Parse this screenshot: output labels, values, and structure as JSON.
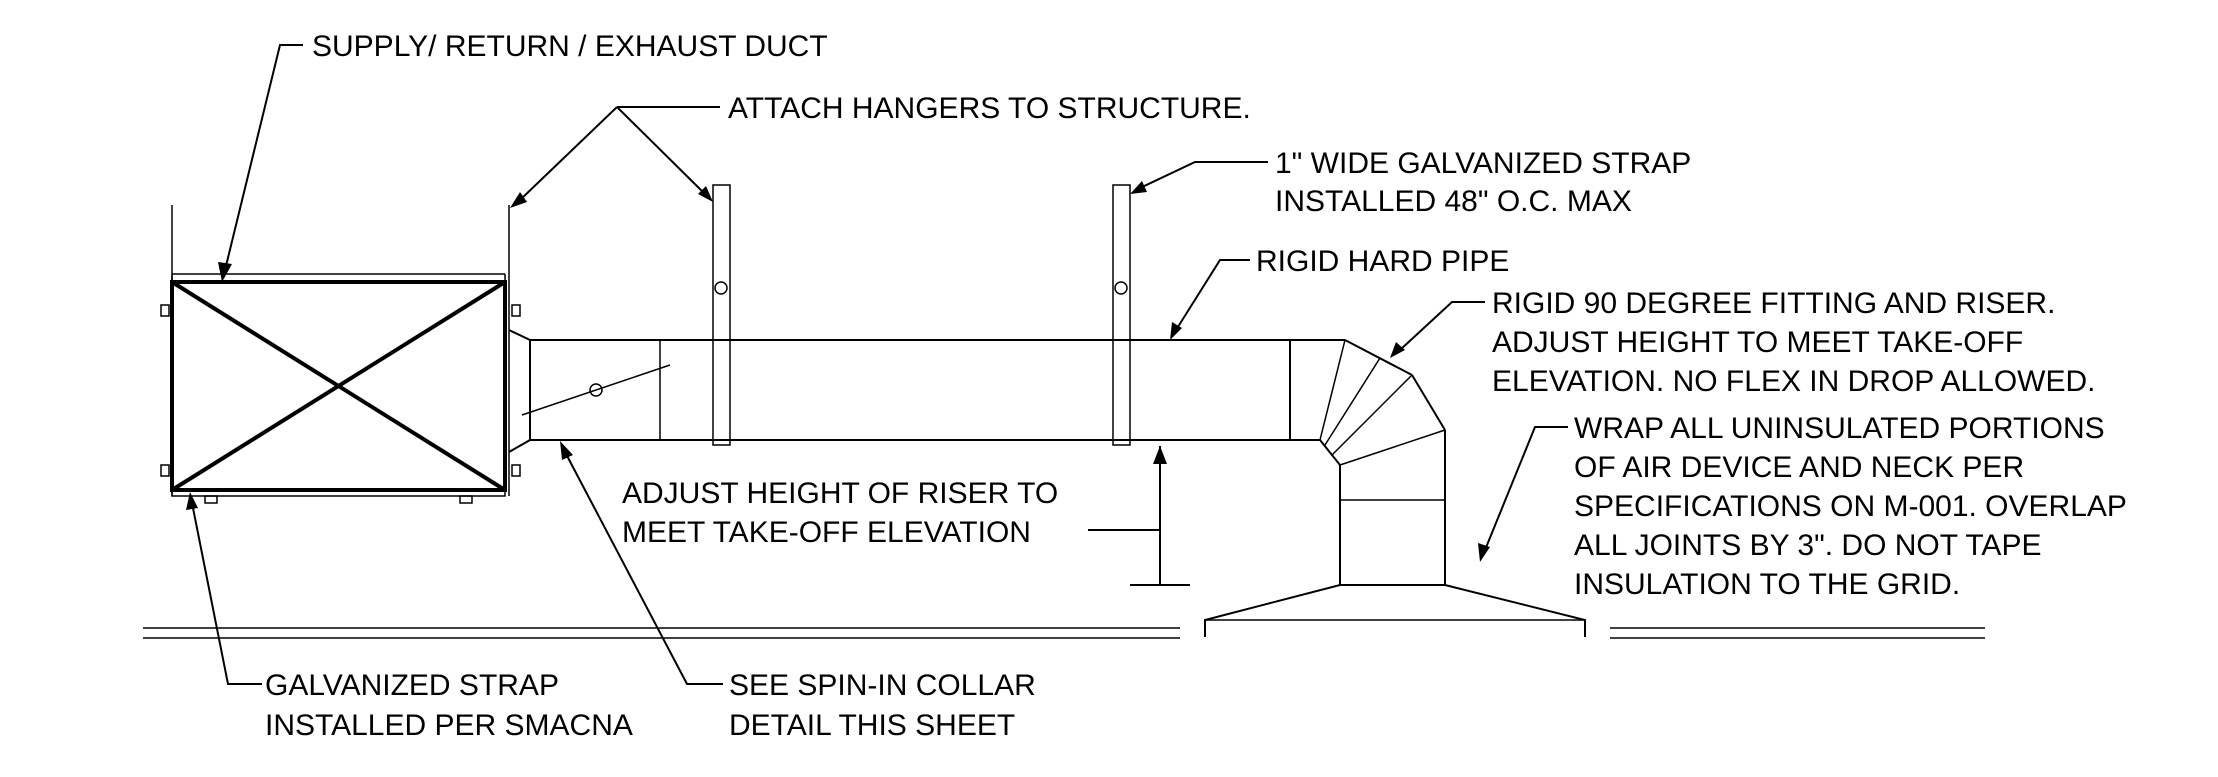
{
  "labels": {
    "duct": "SUPPLY/ RETURN / EXHAUST DUCT",
    "hangers": "ATTACH HANGERS TO STRUCTURE.",
    "strap_line1": "1\" WIDE GALVANIZED STRAP",
    "strap_line2": "INSTALLED 48\" O.C. MAX",
    "rigid_pipe": "RIGID HARD PIPE",
    "fitting_line1": "RIGID 90 DEGREE FITTING AND RISER.",
    "fitting_line2": "ADJUST HEIGHT TO MEET TAKE-OFF",
    "fitting_line3": "ELEVATION. NO FLEX IN DROP ALLOWED.",
    "wrap_line1": "WRAP ALL UNINSULATED PORTIONS",
    "wrap_line2": "OF AIR DEVICE AND NECK PER",
    "wrap_line3": "SPECIFICATIONS ON M-001.  OVERLAP",
    "wrap_line4": "ALL JOINTS BY 3\". DO NOT TAPE",
    "wrap_line5": "INSULATION TO THE GRID.",
    "riser_line1": "ADJUST HEIGHT OF RISER TO",
    "riser_line2": "MEET TAKE-OFF ELEVATION",
    "galv_line1": "GALVANIZED STRAP",
    "galv_line2": "INSTALLED PER SMACNA",
    "spin_line1": "SEE SPIN-IN COLLAR",
    "spin_line2": "DETAIL THIS SHEET"
  }
}
